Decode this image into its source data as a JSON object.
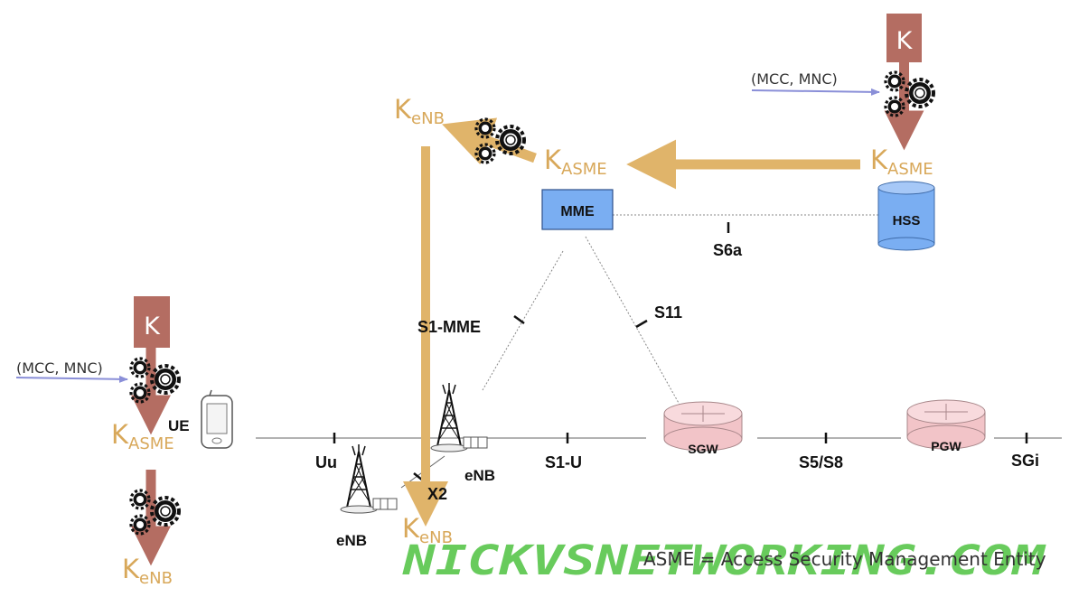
{
  "colors": {
    "key_text": "#d8a85a",
    "flow_arrow": "#e0b46a",
    "k_box": "#b46d62",
    "node_blue": "#7aaef2",
    "router_pink": "#f2c4c8",
    "mcc_arrow": "#8a8fd8",
    "watermark": "#4ec23f"
  },
  "keys": {
    "k_hss": "K",
    "k_ue": "K",
    "kasme_hss": {
      "main": "K",
      "sub": "ASME"
    },
    "kasme_mme": {
      "main": "K",
      "sub": "ASME"
    },
    "kasme_ue": {
      "main": "K",
      "sub": "ASME"
    },
    "kenb_top": {
      "main": "K",
      "sub": "eNB"
    },
    "kenb_bottom": {
      "main": "K",
      "sub": "eNB"
    },
    "kenb_ue": {
      "main": "K",
      "sub": "eNB"
    }
  },
  "inputs": {
    "mcc_mnc_hss": "(MCC, MNC)",
    "mcc_mnc_ue": "(MCC, MNC)"
  },
  "nodes": {
    "mme": "MME",
    "hss": "HSS",
    "sgw": "SGW",
    "pgw": "PGW",
    "ue": "UE",
    "enb_center": "eNB",
    "enb_left": "eNB"
  },
  "interfaces": {
    "s6a": "S6a",
    "s1_mme": "S1-MME",
    "s11": "S11",
    "uu": "Uu",
    "s1_u": "S1-U",
    "s5_s8": "S5/S8",
    "sgi": "SGi",
    "x2": "X2"
  },
  "legend": "ASME = Access Security Management Entity",
  "watermark": "NICKVSNETWORKING.COM"
}
